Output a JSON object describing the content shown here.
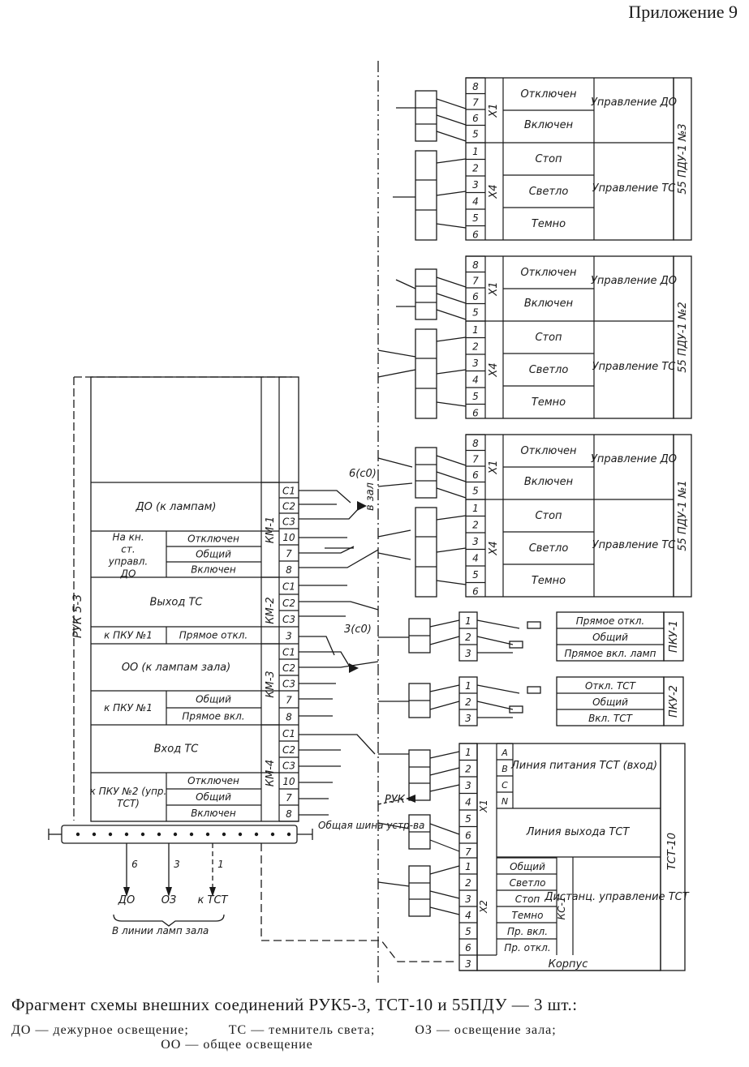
{
  "header": {
    "appendix": "Приложение 9"
  },
  "caption": {
    "title": "Фрагмент схемы внешних соединений РУК5-3, ТСТ-10 и 55ПДУ — 3 шт.:",
    "legend": [
      "ДО — дежурное освещение;",
      "ТС — темнитель света;",
      "ОЗ — освещение зала;",
      "ОО — общее освещение"
    ]
  },
  "ruk": {
    "name": "РУК 5-3",
    "rows": [
      {
        "label": "ДО (к лампам)"
      },
      {
        "label": "На кн. ст. управл. ДО",
        "subs": [
          "Отключен",
          "Общий",
          "Включен"
        ]
      },
      {
        "label": "Выход ТС"
      },
      {
        "label": "к ПКУ №1",
        "subs": [
          "Прямое откл."
        ]
      },
      {
        "label": "ОО (к лампам зала)"
      },
      {
        "label": "к ПКУ №1",
        "subs": [
          "Общий",
          "Прямое вкл."
        ]
      },
      {
        "label": "Вход ТС"
      },
      {
        "label": "к ПКУ №2 (упр. ТСТ)",
        "subs": [
          "Отключен",
          "Общий",
          "Включен"
        ]
      }
    ],
    "km": [
      "КМ-1",
      "КМ-2",
      "КМ-3",
      "КМ-4"
    ],
    "terminals": [
      "С1",
      "С2",
      "С3",
      "10",
      "7",
      "8",
      "С1",
      "С2",
      "С3",
      "3",
      "С1",
      "С2",
      "С3",
      "7",
      "8",
      "С1",
      "С2",
      "С3",
      "10",
      "7",
      "8"
    ],
    "bus_label": "Общая шина устр-ва",
    "outputs": [
      {
        "num": "6",
        "label": "ДО"
      },
      {
        "num": "3",
        "label": "ОЗ"
      },
      {
        "num": "1",
        "label": "к ТСТ"
      }
    ],
    "outputs_caption": "В линии ламп зала"
  },
  "pdu_units": [
    {
      "name": "55 ПДУ-1 №3",
      "x1_rows": [
        "Отключен",
        "Включен"
      ],
      "x4_rows": [
        "Стоп",
        "Светло",
        "Темно"
      ],
      "ctrl_do": "Управление ДО",
      "ctrl_tc": "Управление ТС"
    },
    {
      "name": "55 ПДУ-1 №2",
      "x1_rows": [
        "Отключен",
        "Включен"
      ],
      "x4_rows": [
        "Стоп",
        "Светло",
        "Темно"
      ],
      "ctrl_do": "Управление ДО",
      "ctrl_tc": "Управление ТС"
    },
    {
      "name": "55 ПДУ-1 №1",
      "x1_rows": [
        "Отключен",
        "Включен"
      ],
      "x4_rows": [
        "Стоп",
        "Светло",
        "Темно"
      ],
      "ctrl_do": "Управление ДО",
      "ctrl_tc": "Управление ТС"
    }
  ],
  "x1_pins": [
    "8",
    "7",
    "6",
    "5"
  ],
  "x4_pins": [
    "1",
    "2",
    "3",
    "4",
    "5",
    "6"
  ],
  "pku": [
    {
      "name": "ПКУ-1",
      "rows": [
        "Прямое откл.",
        "Общий",
        "Прямое вкл. ламп"
      ]
    },
    {
      "name": "ПКУ-2",
      "rows": [
        "Откл. ТСТ",
        "Общий",
        "Вкл. ТСТ"
      ]
    }
  ],
  "tst": {
    "name": "ТСТ-10",
    "x1_sub": [
      "A",
      "B",
      "C",
      "N"
    ],
    "line_in": "Линия питания ТСТ (вход)",
    "line_out": "Линия выхода ТСТ",
    "x2_rows": [
      "Общий",
      "Светло",
      "Стоп",
      "Темно",
      "Пр. вкл.",
      "Пр. откл."
    ],
    "remote": "Дистанц. управление ТСТ",
    "ks": "КС-1",
    "body": "Корпус"
  },
  "labels": {
    "v_zal": "в зал",
    "ruk_arrow": "РУК",
    "cable_6c0": "6(с0)",
    "cable_3c0": "3(с0)"
  }
}
